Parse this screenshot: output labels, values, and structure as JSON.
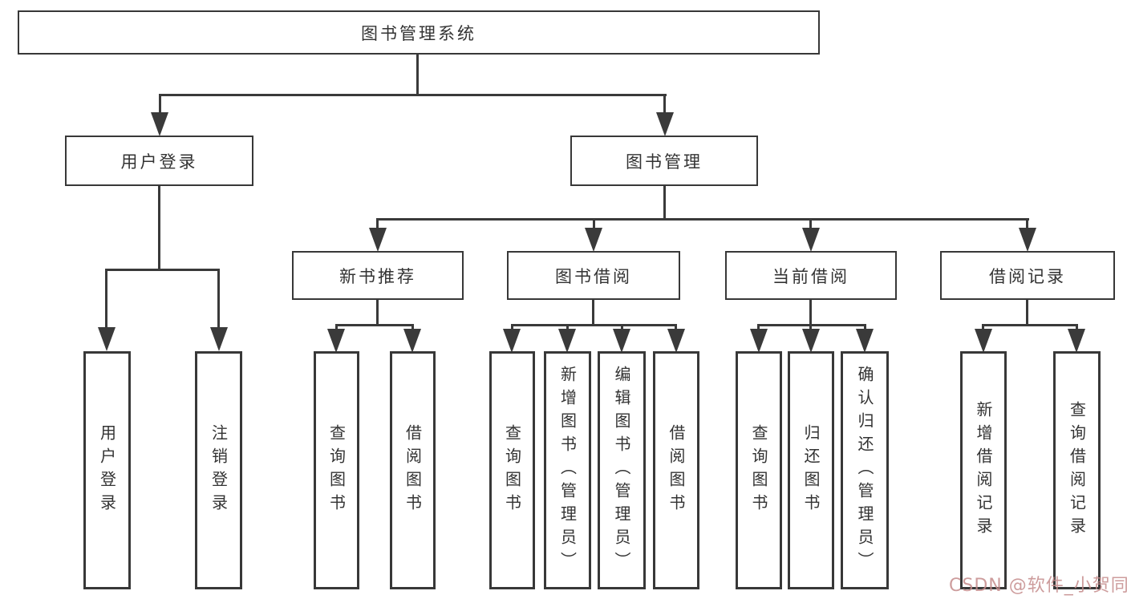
{
  "colors": {
    "line": "#3a3a3a",
    "box_border": "#383838",
    "text": "#333333",
    "watermark": "#c48b8b",
    "background": "#ffffff"
  },
  "watermark": {
    "text": "CSDN @软件_小贺同学"
  },
  "tree": {
    "root": {
      "label": "图书管理系统"
    },
    "branches": [
      {
        "label": "用户登录",
        "leaves": [
          "用户登录",
          "注销登录"
        ]
      },
      {
        "label": "图书管理",
        "sections": [
          {
            "label": "新书推荐",
            "leaves": [
              "查询图书",
              "借阅图书"
            ]
          },
          {
            "label": "图书借阅",
            "leaves": [
              "查询图书",
              "新增图书（管理员）",
              "编辑图书（管理员）",
              "借阅图书"
            ]
          },
          {
            "label": "当前借阅",
            "leaves": [
              "查询图书",
              "归还图书",
              "确认归还（管理员）"
            ]
          },
          {
            "label": "借阅记录",
            "leaves": [
              "新增借阅记录",
              "查询借阅记录"
            ]
          }
        ]
      }
    ]
  }
}
